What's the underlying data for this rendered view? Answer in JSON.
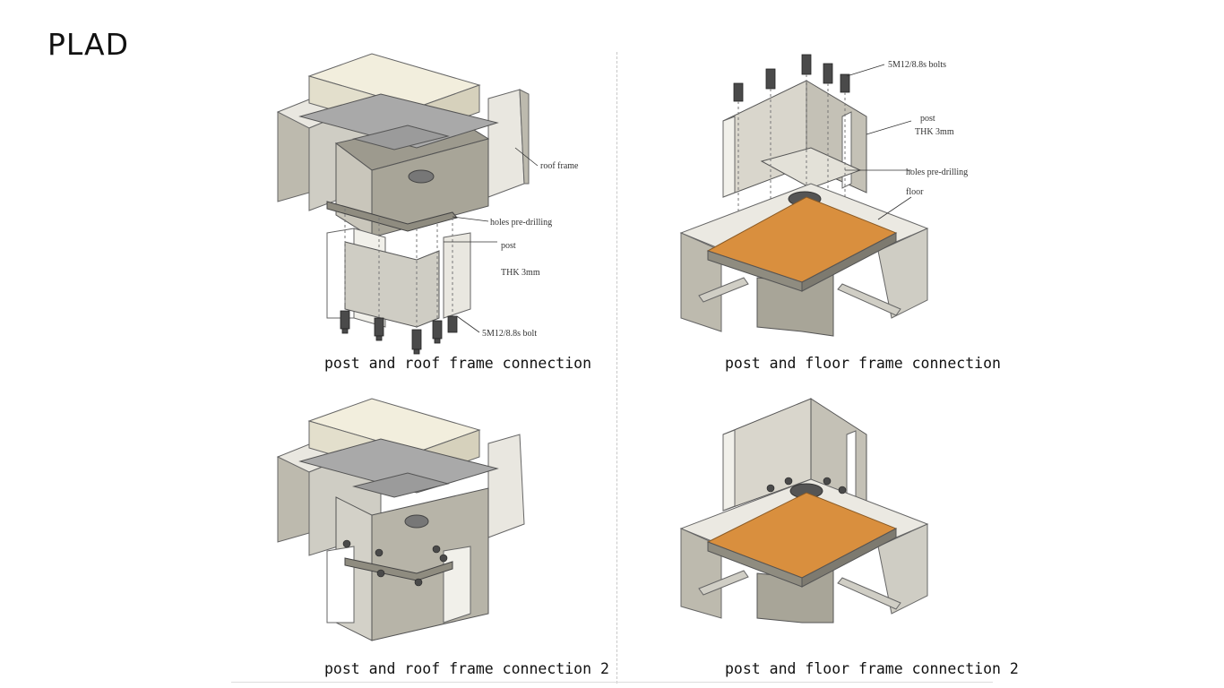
{
  "brand": "PLAD",
  "panels": {
    "roof": {
      "caption": "post and roof frame connection",
      "labels": {
        "roof_frame": "roof frame",
        "holes": "holes pre-drilling",
        "post": "post",
        "thk": "THK 3mm",
        "bolt": "5M12/8.8s bolt"
      }
    },
    "floor": {
      "caption": "post and floor frame connection",
      "labels": {
        "bolts": "5M12/8.8s bolts",
        "post": "post",
        "thk": "THK 3mm",
        "holes": "holes pre-drilling",
        "floor": "floor"
      }
    },
    "roof2": {
      "caption": "post and roof frame connection 2"
    },
    "floor2": {
      "caption": "post and floor frame connection 2"
    }
  },
  "colors": {
    "metal_light": "#e9e7e0",
    "metal_mid": "#bdbaae",
    "metal_dark": "#8f8c80",
    "plate": "#a9a9a9",
    "wood": "#d98f3e",
    "wood_light": "#e8a45a",
    "bolt": "#4a4a4a"
  }
}
